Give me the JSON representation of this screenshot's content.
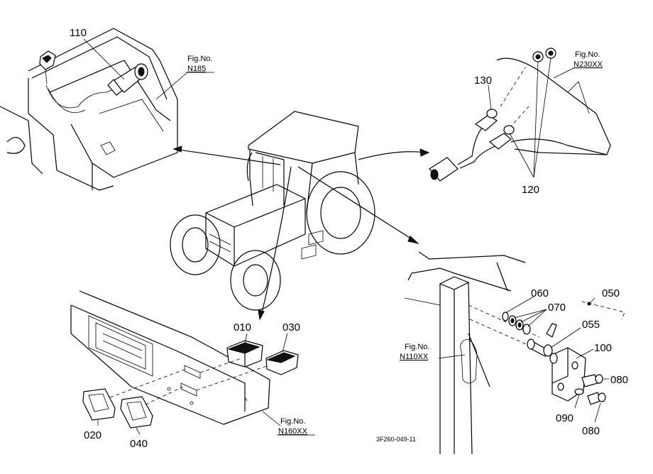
{
  "part_numbers": {
    "p110": "110",
    "p130": "130",
    "p120": "120",
    "p010": "010",
    "p030": "030",
    "p020": "020",
    "p040": "040",
    "p060": "060",
    "p070": "070",
    "p050": "050",
    "p055": "055",
    "p100": "100",
    "p080a": "080",
    "p080b": "080",
    "p090": "090"
  },
  "figure_refs": {
    "n185": {
      "label": "Fig.No.",
      "number": "N185"
    },
    "n230xx": {
      "label": "Fig.No.",
      "number": "N230XX"
    },
    "n110xx": {
      "label": "Fig.No.",
      "number": "N110XX"
    },
    "n160xx": {
      "label": "Fig.No.",
      "number": "N160XX"
    }
  },
  "drawing_code": "3F260-049-11"
}
